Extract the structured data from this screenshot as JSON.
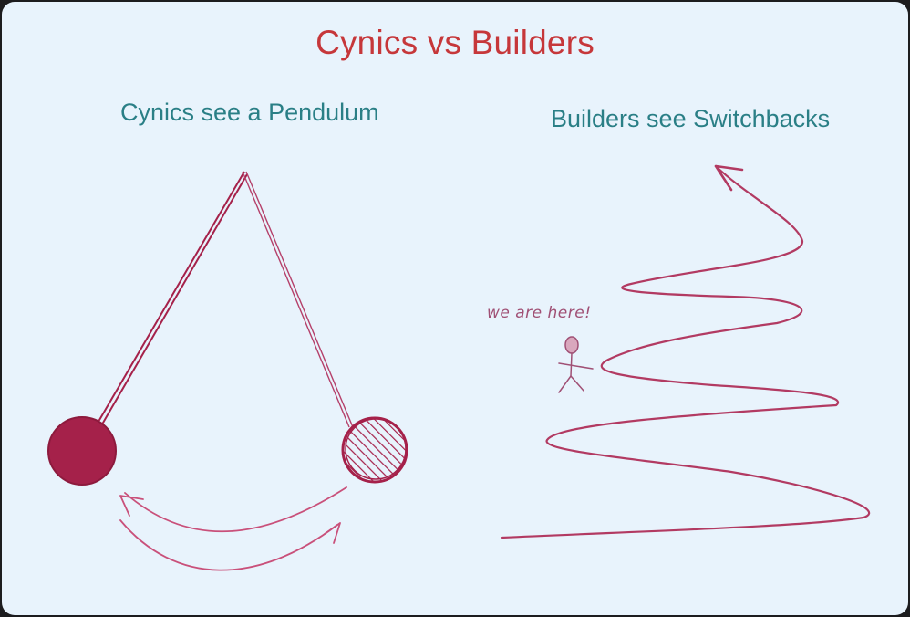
{
  "slide": {
    "title": "Cynics vs Builders",
    "left_heading": "Cynics see a Pendulum",
    "right_heading": "Builders see Switchbacks",
    "annotation": "we are here!"
  },
  "colors": {
    "background": "#e8f3fc",
    "title": "#c6373a",
    "heading": "#2a7f86",
    "ink": "#a5214a",
    "ink_light": "#c9507a"
  },
  "icons": [
    "pendulum",
    "stick-figure",
    "switchback-path",
    "swing-arrows"
  ]
}
